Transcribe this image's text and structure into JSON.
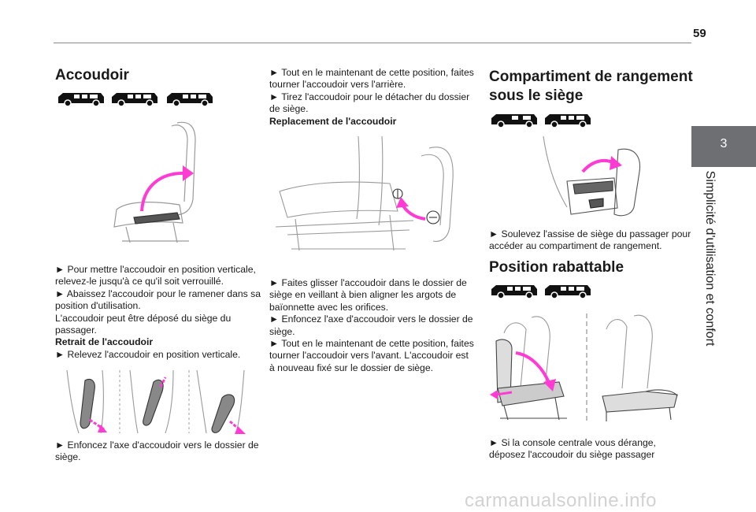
{
  "page": {
    "number": "59",
    "footer_watermark": "carmanualsonline.info"
  },
  "side_tab": {
    "chapter_number": "3",
    "chapter_title": "Simplicité d'utilisation et confort"
  },
  "col1": {
    "heading": "Accoudoir",
    "p1": "► Pour mettre l'accoudoir en position verticale, relevez-le jusqu'à ce qu'il soit verrouillé.",
    "p2": "► Abaissez l'accoudoir pour le ramener dans sa position d'utilisation.",
    "p3": "L'accoudoir peut être déposé du siège du passager.",
    "subheading": "Retrait de l'accoudoir",
    "p4": "► Relevez l'accoudoir en position verticale.",
    "p5": "► Enfoncez l'axe d'accoudoir vers le dossier de siège."
  },
  "col2": {
    "p1": "► Tout en le maintenant de cette position, faites tourner l'accoudoir vers l'arrière.",
    "p2": "► Tirez l'accoudoir pour le détacher du dossier de siège.",
    "subheading": "Replacement de l'accoudoir",
    "p3": "► Faites glisser l'accoudoir dans le dossier de siège en veillant à bien aligner les argots de baïonnette avec les orifices.",
    "p4": "► Enfoncez l'axe d'accoudoir vers le dossier de siège.",
    "p5": "► Tout en le maintenant de cette position, faites tourner l'accoudoir vers l'avant. L'accoudoir est à nouveau fixé sur le dossier de siège."
  },
  "col3": {
    "heading1": "Compartiment de rangement sous le siège",
    "p1": "► Soulevez l'assise de siège du passager pour accéder au compartiment de rangement.",
    "heading2": "Position rabattable",
    "p2": "► Si la console centrale vous dérange, déposez l'accoudoir du siège passager"
  },
  "colors": {
    "accent_magenta": "#ff3bd3",
    "tab_grey": "#6d6f73",
    "rule_grey": "#8a8a8a"
  },
  "icons": [
    "van-icon",
    "seat-armrest-illustration",
    "storage-compartment-illustration",
    "fold-seat-illustration"
  ]
}
